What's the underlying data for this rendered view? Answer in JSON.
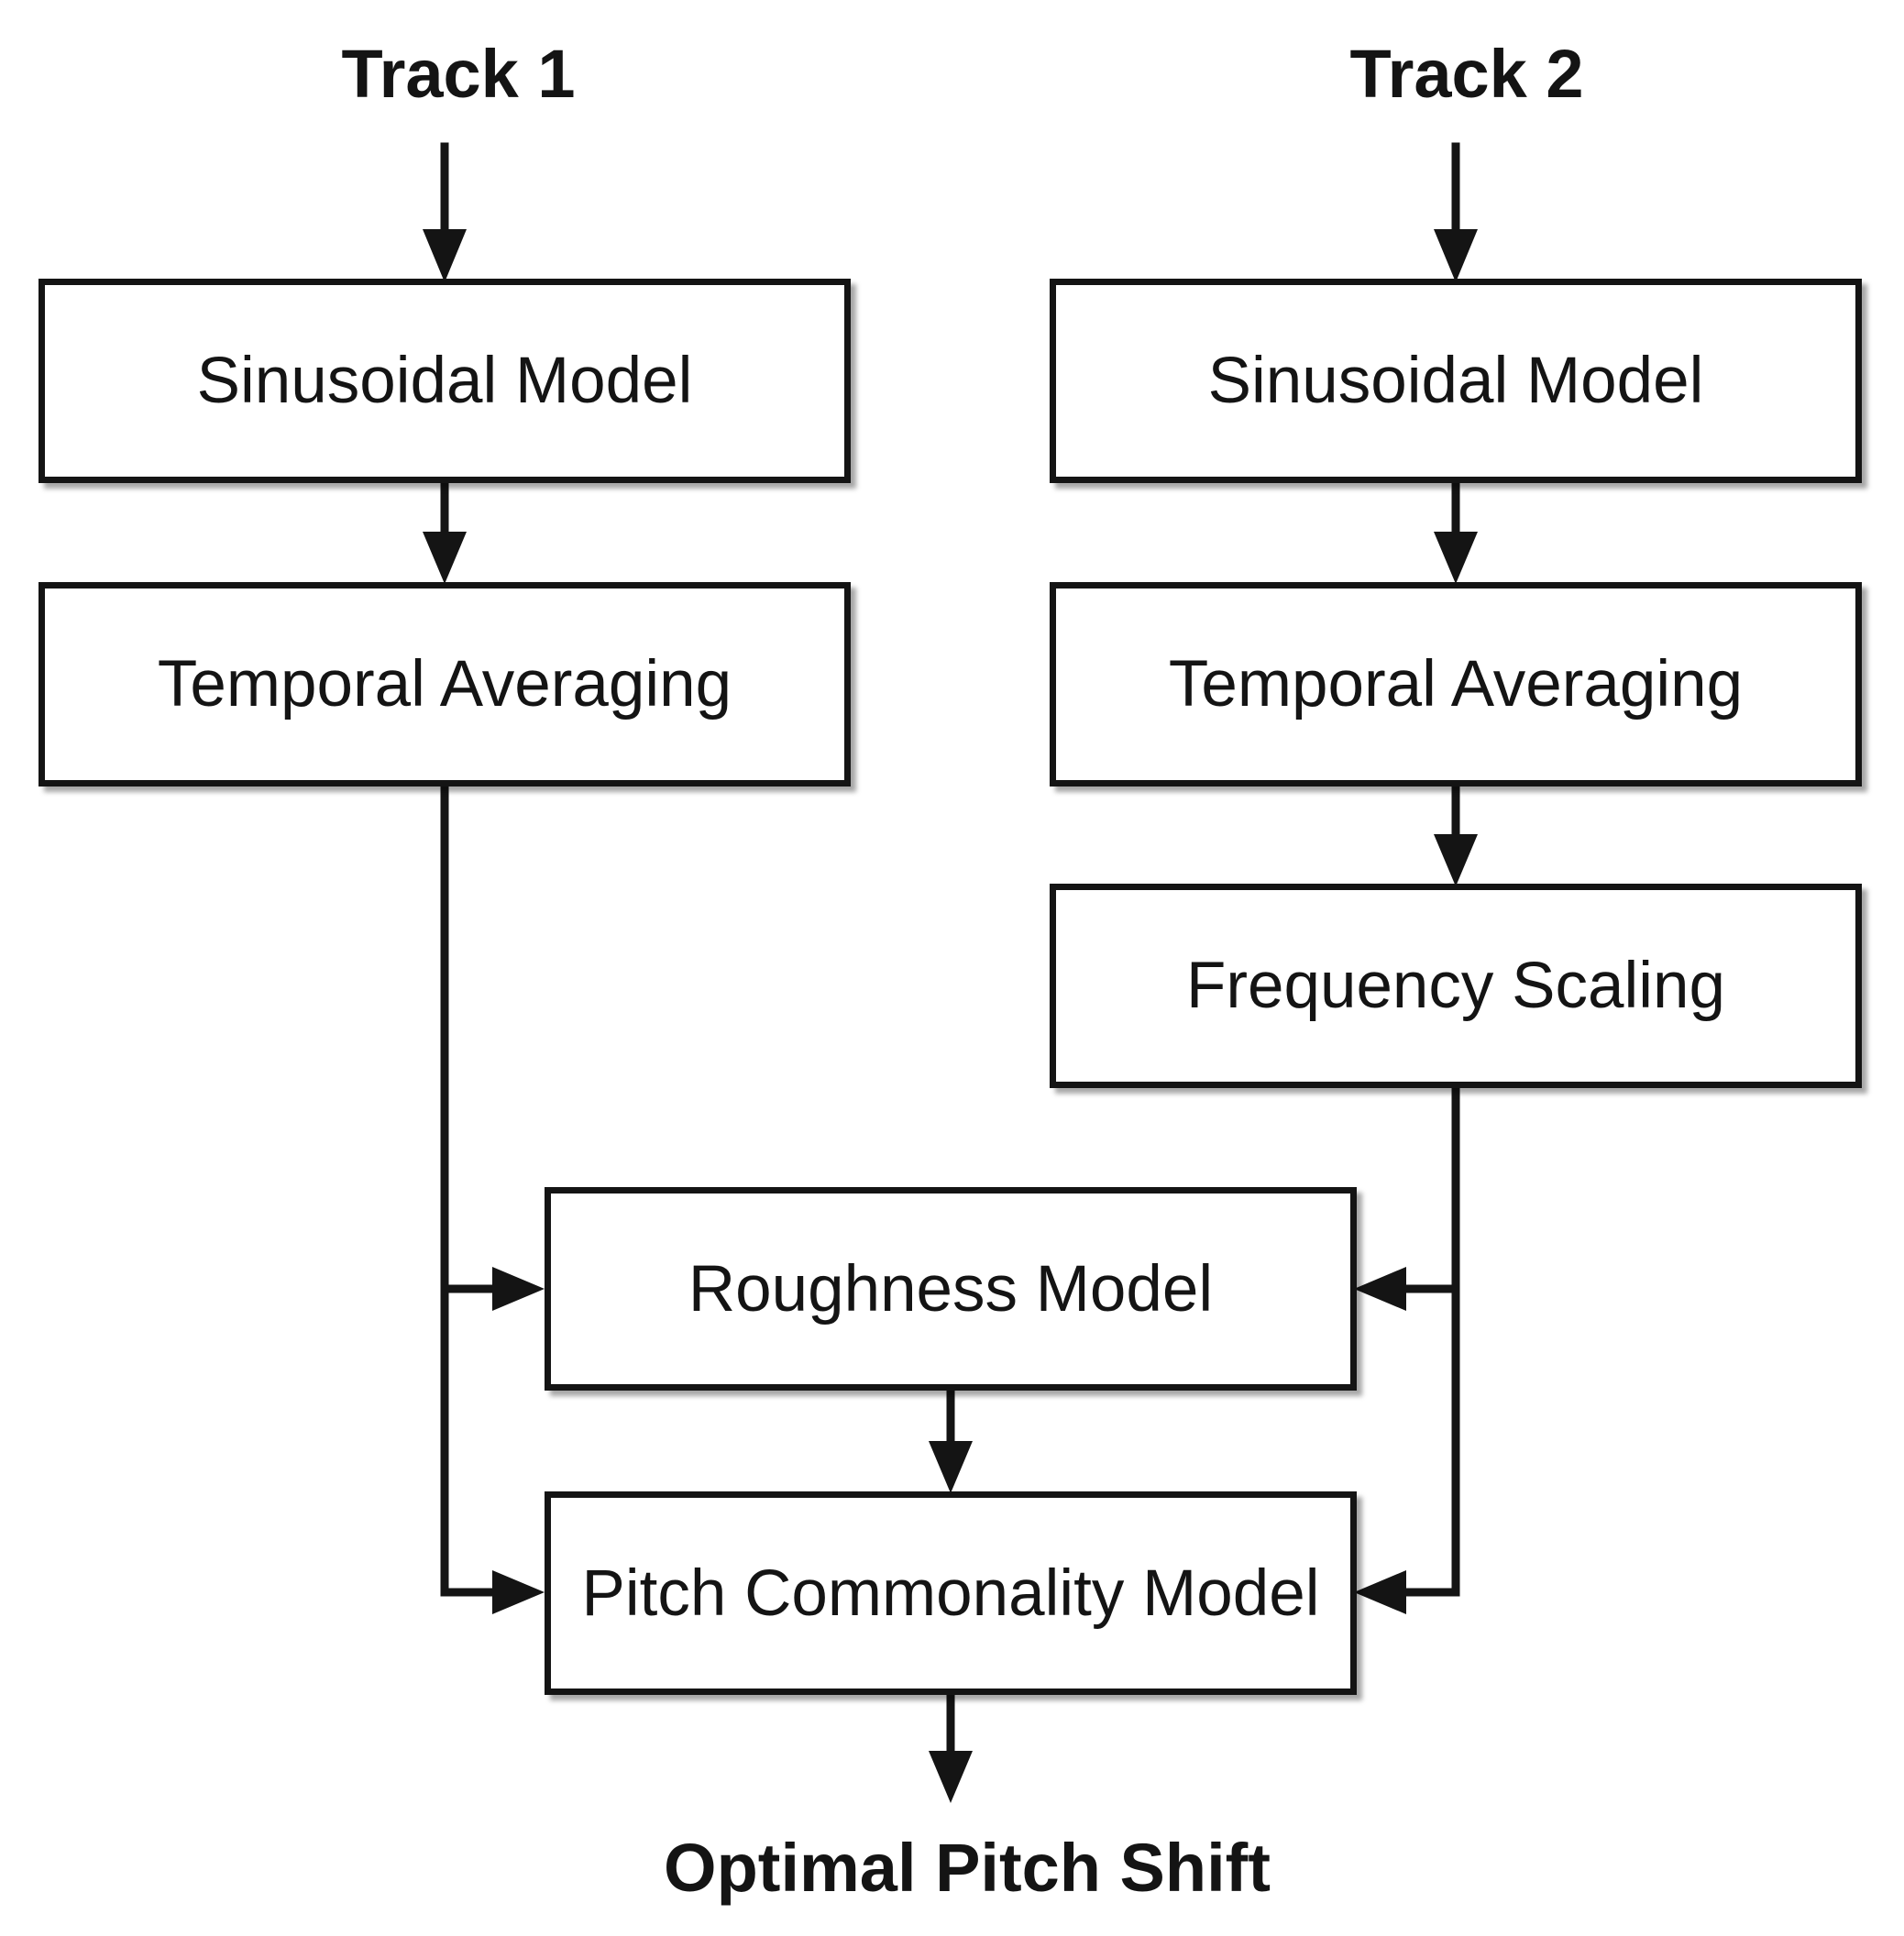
{
  "inputs": {
    "track1": "Track 1",
    "track2": "Track 2"
  },
  "track1_pipeline": {
    "sinusoidal_model": "Sinusoidal Model",
    "temporal_averaging": "Temporal Averaging"
  },
  "track2_pipeline": {
    "sinusoidal_model": "Sinusoidal Model",
    "temporal_averaging": "Temporal Averaging",
    "frequency_scaling": "Frequency Scaling"
  },
  "shared": {
    "roughness_model": "Roughness Model",
    "pitch_commonality_model": "Pitch Commonality Model"
  },
  "output": {
    "label": "Optimal Pitch Shift"
  },
  "colors": {
    "stroke": "#141414",
    "background": "#ffffff"
  }
}
